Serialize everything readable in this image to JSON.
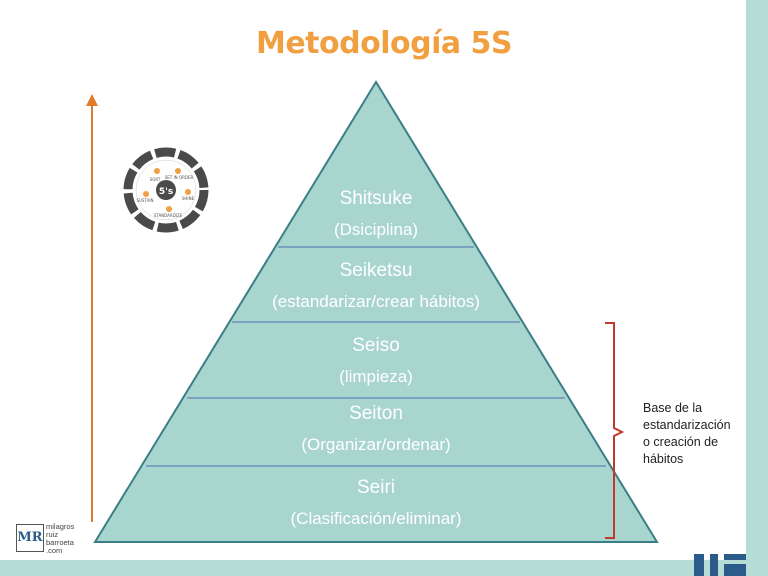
{
  "title": "Metodología 5S",
  "layers": [
    {
      "name": "Shitsuke",
      "desc": "(Dsiciplina)"
    },
    {
      "name": "Seiketsu",
      "desc": "(estandarizar/crear hábitos)"
    },
    {
      "name": "Seiso",
      "desc": "(limpieza)"
    },
    {
      "name": "Seiton",
      "desc": "(Organizar/ordenar)"
    },
    {
      "name": "Seiri",
      "desc": "(Clasificación/eliminar)"
    }
  ],
  "note": {
    "lines": [
      "Base de la",
      "estandarización",
      "o creación de",
      "hábitos"
    ]
  },
  "cycle": {
    "center": "5's",
    "steps": [
      "SORT",
      "SET IN ORDER",
      "SHINE",
      "STANDARDIZE",
      "SUSTAIN"
    ]
  },
  "logo": {
    "mark": "MR",
    "lines": [
      "milagros",
      "ruiz",
      "barroeta",
      ".com"
    ]
  },
  "colors": {
    "title": "#f0a040",
    "pyramid": "#a9d5cf",
    "arrow": "#e07a2c",
    "bracket": "#c0392b",
    "divider": "#4a6fb5"
  }
}
